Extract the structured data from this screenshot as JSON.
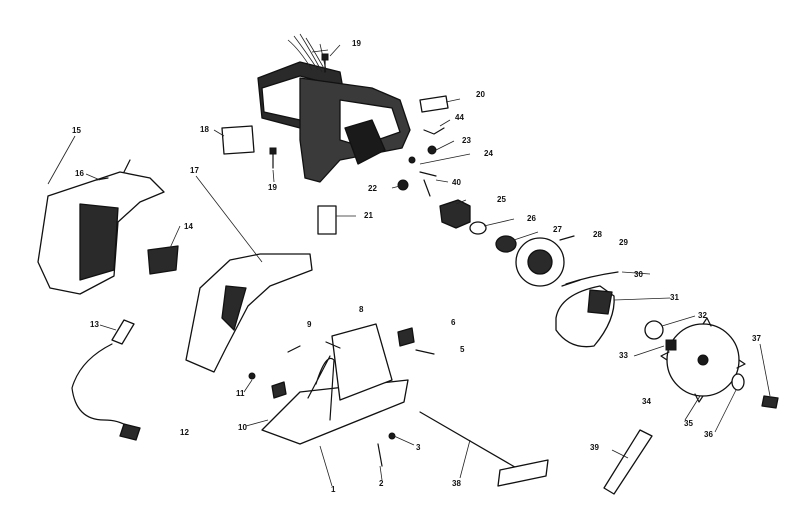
{
  "diagram": {
    "callouts": [
      "1",
      "2",
      "3",
      "5",
      "6",
      "8",
      "9",
      "10",
      "11",
      "12",
      "13",
      "14",
      "15",
      "16",
      "17",
      "18",
      "19",
      "19",
      "20",
      "21",
      "22",
      "23",
      "24",
      "25",
      "26",
      "27",
      "28",
      "29",
      "30",
      "31",
      "32",
      "33",
      "34",
      "35",
      "36",
      "37",
      "38",
      "39",
      "40",
      "44"
    ]
  }
}
